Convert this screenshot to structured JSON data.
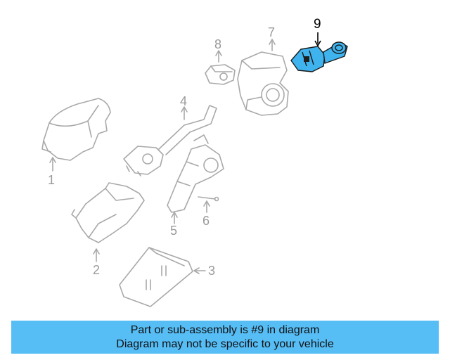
{
  "diagram": {
    "callouts": {
      "c1": "1",
      "c2": "2",
      "c3": "3",
      "c4": "4",
      "c5": "5",
      "c6": "6",
      "c7": "7",
      "c8": "8",
      "c9": "9"
    },
    "highlighted_part": "9",
    "colors": {
      "highlight": "#3fb3ee",
      "line_art": "#a9a9a9",
      "banner": "#56bdf5"
    }
  },
  "banner": {
    "line1": "Part or sub-assembly is #9 in diagram",
    "line2": "Diagram may not be specific to your vehicle"
  }
}
